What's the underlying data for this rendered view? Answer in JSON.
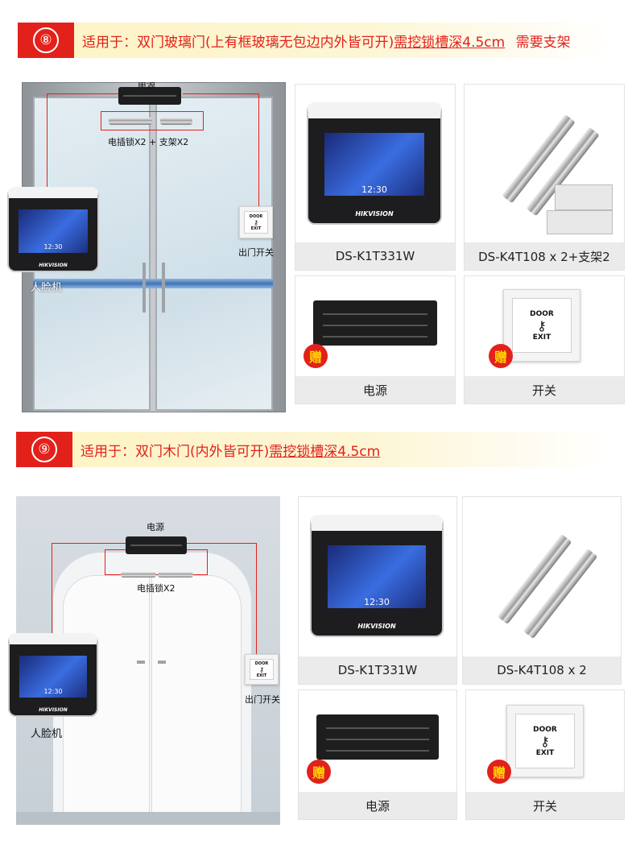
{
  "section8": {
    "number": "⑧",
    "desc_plain": "适用于：双门玻璃门(上有框玻璃无包边内外皆可开)",
    "desc_underline": "需挖锁槽深4.5cm",
    "desc_tail": "需要支架",
    "scene": {
      "power_label": "电源",
      "lock_label": "电插锁X2 + 支架X2",
      "exit_label": "出门开关",
      "face_label": "人脸机"
    },
    "products": [
      {
        "name": "DS-K1T331W"
      },
      {
        "name": "DS-K4T108 x 2+支架2"
      },
      {
        "name": "电源",
        "gift": "赠"
      },
      {
        "name": "开关",
        "gift": "赠"
      }
    ]
  },
  "section9": {
    "number": "⑨",
    "desc_plain": "适用于：双门木门(内外皆可开)",
    "desc_underline": "需挖锁槽深4.5cm",
    "scene": {
      "power_label": "电源",
      "lock_label": "电插锁X2",
      "exit_label": "出门开关",
      "face_label": "人脸机"
    },
    "products": [
      {
        "name": "DS-K1T331W"
      },
      {
        "name": "DS-K4T108 x 2"
      },
      {
        "name": "电源",
        "gift": "赠"
      },
      {
        "name": "开关",
        "gift": "赠"
      }
    ]
  },
  "device": {
    "time": "12:30",
    "brand": "HIKVISION"
  },
  "exit_button": {
    "top": "DOOR",
    "bottom": "EXIT",
    "key_icon": "key-icon"
  },
  "colors": {
    "accent_red": "#e3211b",
    "banner_yellow": "#fdf3c4",
    "gift_yellow": "#ffd400"
  }
}
